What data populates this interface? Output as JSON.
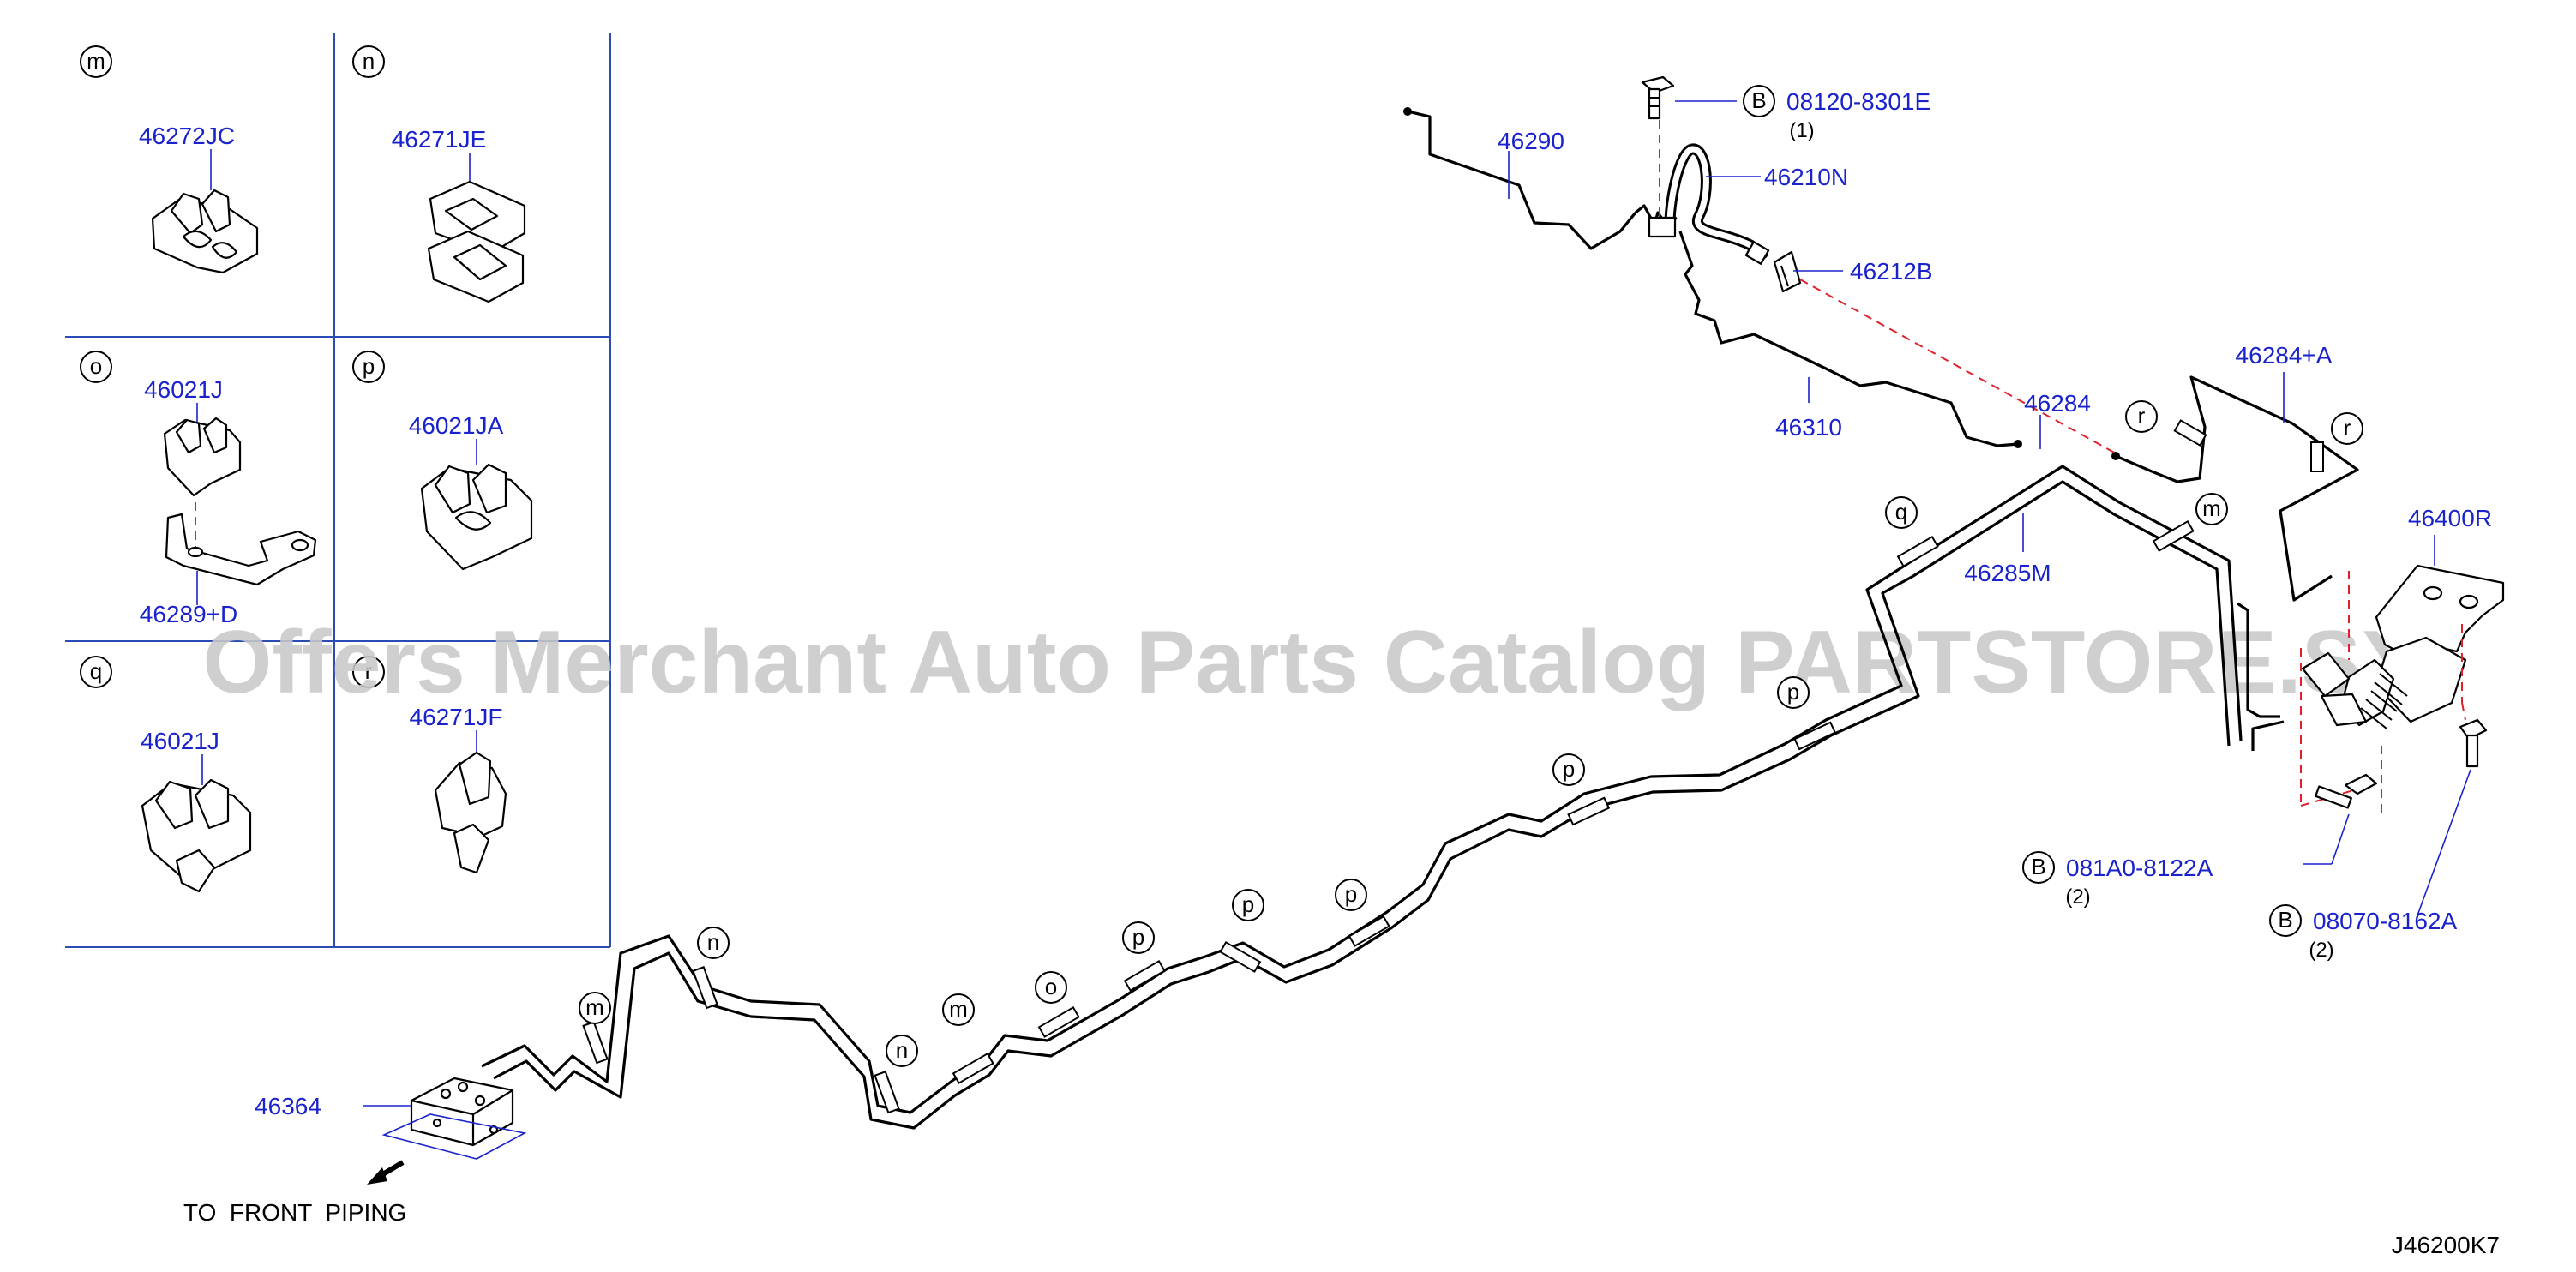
{
  "watermark": "Offers Merchant Auto Parts Catalog PARTSTORE.SX",
  "diagram_code": "J46200K7",
  "direction_note": "TO  FRONT  PIPING",
  "bolt_marker": "B",
  "detail_panels": [
    {
      "letter": "m",
      "parts": [
        "46272JC"
      ]
    },
    {
      "letter": "n",
      "parts": [
        "46271JE"
      ]
    },
    {
      "letter": "o",
      "parts": [
        "46021J",
        "46289+D"
      ]
    },
    {
      "letter": "p",
      "parts": [
        "46021JA"
      ]
    },
    {
      "letter": "q",
      "parts": [
        "46021J"
      ]
    },
    {
      "letter": "r",
      "parts": [
        "46271JF"
      ]
    }
  ],
  "callouts": {
    "p46290": "46290",
    "p46210N": "46210N",
    "p46212B": "46212B",
    "p46310": "46310",
    "p46284": "46284",
    "p46284A": "46284+A",
    "p46285M": "46285M",
    "p46400R": "46400R",
    "p46364": "46364"
  },
  "bolts": [
    {
      "part": "08120-8301E",
      "qty": "(1)"
    },
    {
      "part": "081A0-8122A",
      "qty": "(2)"
    },
    {
      "part": "08070-8162A",
      "qty": "(2)"
    }
  ],
  "clip_tags": [
    "q",
    "m",
    "r",
    "r",
    "p",
    "p",
    "p",
    "p",
    "p",
    "o",
    "m",
    "n",
    "n",
    "m"
  ],
  "colors": {
    "part_number": "#1a22cc",
    "grid_lines": "#2c4bb5",
    "hidden_line": "#e0202a",
    "watermark": "#c9c9c9"
  }
}
